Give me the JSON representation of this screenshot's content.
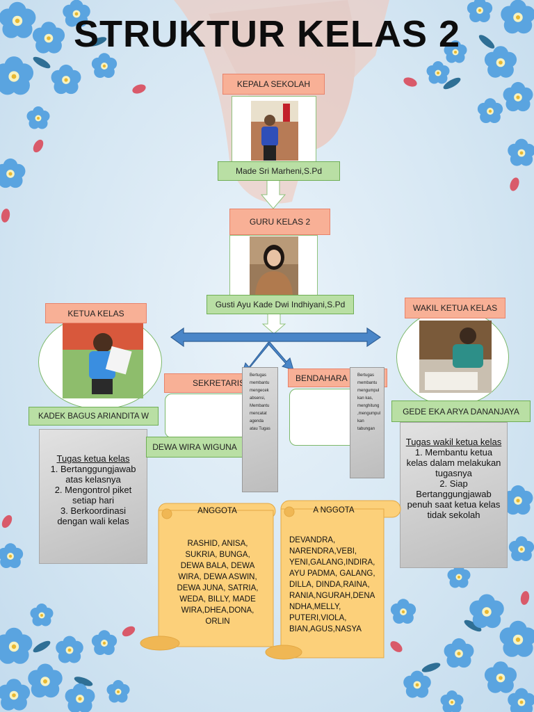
{
  "title": "STRUKTUR KELAS 2",
  "kepala_sekolah": {
    "role": "KEPALA SEKOLAH",
    "name": "Made Sri Marheni,S.Pd"
  },
  "guru_kelas": {
    "role": "GURU KELAS 2",
    "name": "Gusti Ayu Kade Dwi Indhiyani,S.Pd"
  },
  "ketua_kelas": {
    "role": "KETUA KELAS",
    "name": "KADEK BAGUS ARIANDITA W",
    "tugas_title": "Tugas ketua kelas",
    "tugas": [
      "1. Bertanggungjawab atas kelasnya",
      "2. Mengontrol piket setiap hari",
      "3. Berkoordinasi dengan wali kelas"
    ]
  },
  "wakil_ketua": {
    "role": "WAKIL KETUA KELAS",
    "name": "GEDE EKA ARYA DANANJAYA",
    "tugas_title": "Tugas wakil ketua kelas",
    "tugas": [
      "1. Membantu ketua kelas dalam melakukan tugasnya",
      "2. Siap Bertanggungjawab penuh saat ketua kelas tidak sekolah"
    ]
  },
  "sekretaris": {
    "role": "SEKRETARIS",
    "name": "DEWA WIRA WIGUNA",
    "tugas": [
      "Bertugas",
      "membantu",
      "mengecek",
      "absensi,",
      "Membantu",
      "mencatat",
      "agenda",
      "atau Tugas"
    ]
  },
  "bendahara": {
    "role": "BENDAHARA",
    "tugas": [
      "Bertugas",
      "membantu",
      "mengumpul",
      "kan kas,",
      "menghitung",
      ",mengumpul",
      "kan",
      "tabungan"
    ]
  },
  "anggota_left": {
    "title": "ANGGOTA",
    "lines": [
      "RASHID, ANISA,",
      "SUKRIA, BUNGA,",
      "DEWA BALA, DEWA",
      "WIRA, DEWA ASWIN,",
      "DEWA JUNA, SATRIA,",
      "WEDA, BILLY, MADE",
      "WIRA,DHEA,DONA,",
      "ORLIN"
    ]
  },
  "anggota_right": {
    "title": "A NGGOTA",
    "lines": [
      "DEVANDRA,",
      "NARENDRA,VEBI,",
      "YENI,GALANG,INDIRA,",
      "AYU PADMA,  GALANG,",
      "DILLA,    DINDA,RAINA,",
      "RANIA,NGURAH,DENA",
      "NDHA,MELLY,",
      "PUTERI,VIOLA,",
      "BIAN,AGUS,NASYA"
    ]
  },
  "colors": {
    "label_orange": "#f8b096",
    "label_green": "#b9dfa4",
    "arrow_blue": "#4a86c8",
    "scroll_yellow": "#fcd07a"
  },
  "icons": [
    "flower-decoration",
    "hands-illustration",
    "person-photo"
  ]
}
